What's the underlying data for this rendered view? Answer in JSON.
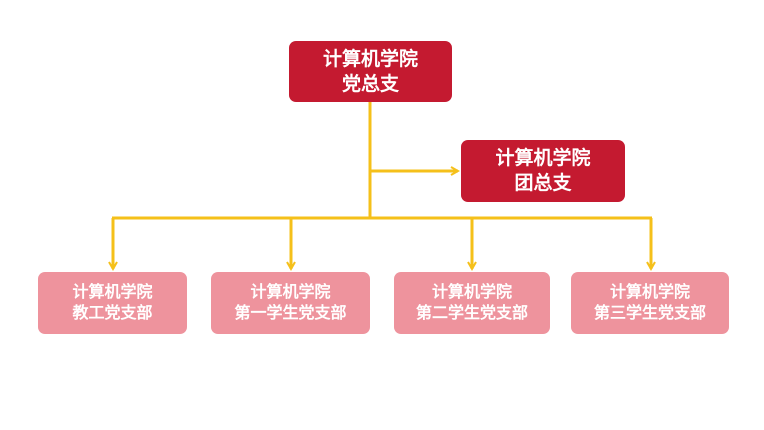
{
  "colors": {
    "primary": "#c41a30",
    "secondary": "#ee939d",
    "connector": "#f5c01a"
  },
  "nodes": {
    "root": {
      "line1": "计算机学院",
      "line2": "党总支"
    },
    "league": {
      "line1": "计算机学院",
      "line2": "团总支"
    },
    "branches": [
      {
        "line1": "计算机学院",
        "line2": "教工党支部"
      },
      {
        "line1": "计算机学院",
        "line2": "第一学生党支部"
      },
      {
        "line1": "计算机学院",
        "line2": "第二学生党支部"
      },
      {
        "line1": "计算机学院",
        "line2": "第三学生党支部"
      }
    ]
  }
}
